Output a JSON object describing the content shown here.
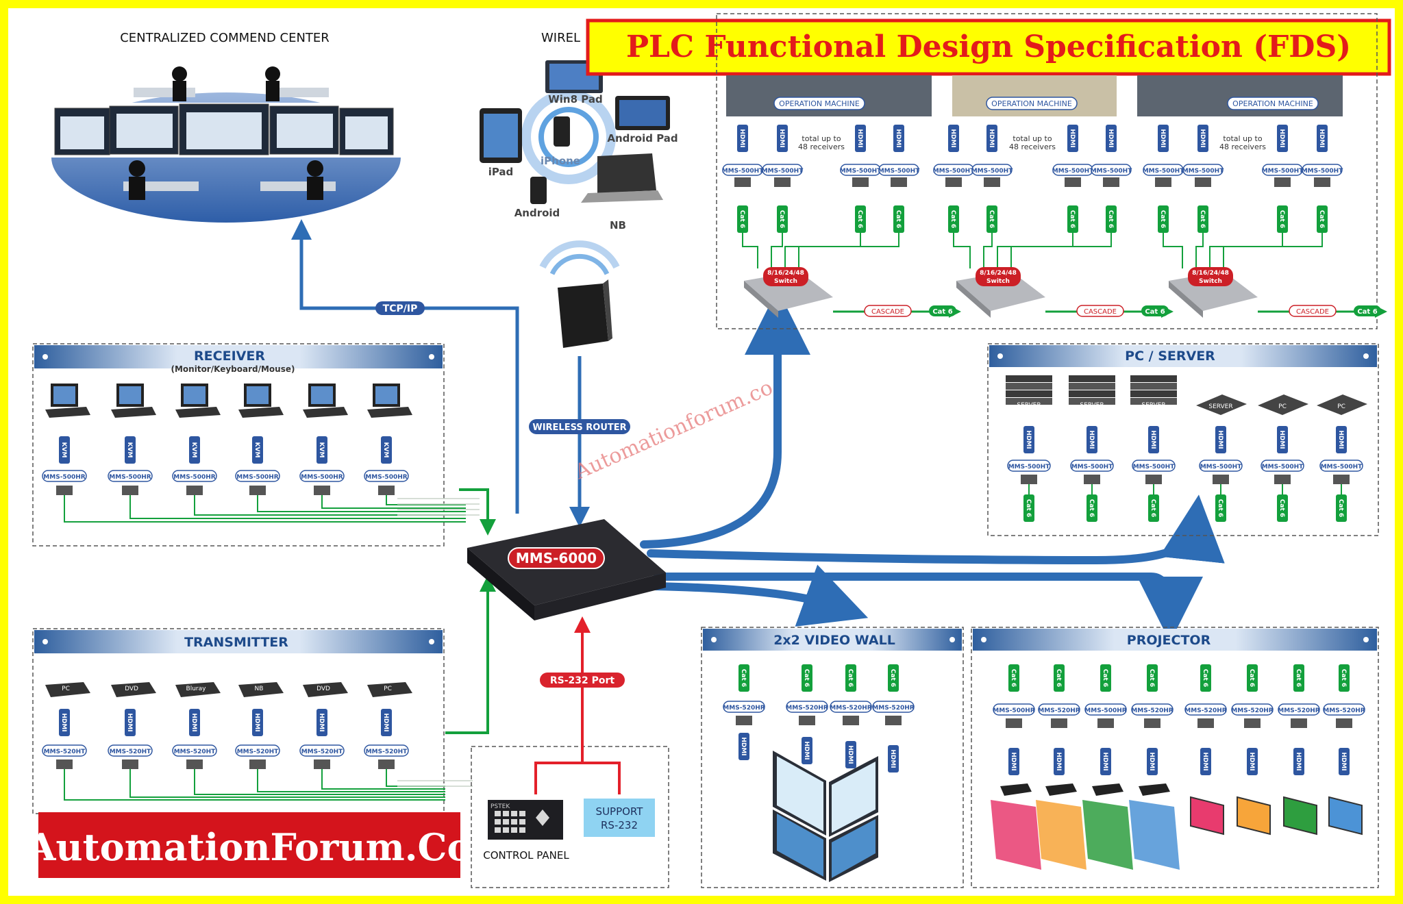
{
  "title": "PLC Functional Design Specification (FDS)",
  "brand": "AutomationForum.Co",
  "watermark": "Automationforum.co",
  "command_center": {
    "label": "CENTRALIZED COMMEND CENTER"
  },
  "wireless": {
    "label": "WIREL",
    "devices": [
      "Win8 Pad",
      "Android Pad",
      "iPad",
      "iPhone",
      "Android",
      "NB"
    ],
    "router_label": "WIRELESS ROUTER"
  },
  "links": {
    "tcpip": "TCP/IP",
    "rs232": "RS-232 Port"
  },
  "switch_main": "MMS-6000",
  "machines": {
    "label": "OPERATION MACHINE",
    "note_line1": "total up to",
    "note_line2": "48 receivers",
    "module": "MMS-500HT",
    "hdmi": "HDMI",
    "cat": "Cat 6",
    "switch_line1": "8/16/24/48",
    "switch_line2": "Switch",
    "cascade": "CASCADE"
  },
  "receiver": {
    "title": "RECEIVER",
    "subtitle": "(Monitor/Keyboard/Mouse)",
    "cable": "KVM",
    "module": "MMS-500HR"
  },
  "transmitter": {
    "title": "TRANSMITTER",
    "devices": [
      "PC",
      "DVD",
      "Bluray",
      "NB",
      "DVD",
      "PC"
    ],
    "cable": "HDMI",
    "module": "MMS-520HT"
  },
  "pc_server": {
    "title": "PC / SERVER",
    "devices": [
      "SERVER",
      "SERVER",
      "SERVER",
      "SERVER",
      "PC",
      "PC"
    ],
    "cable": "HDMI",
    "module": "MMS-500HT",
    "cat": "Cat 6"
  },
  "video_wall": {
    "title": "2x2 VIDEO WALL",
    "cat": "Cat 6",
    "module": "MMS-520HR",
    "hdmi": "HDMI"
  },
  "projector": {
    "title": "PROJECTOR",
    "cat": "Cat 6",
    "modules": [
      "MMS-500HR",
      "MMS-520HR",
      "MMS-500HR",
      "MMS-520HR",
      "MMS-520HR",
      "MMS-520HR",
      "MMS-520HR",
      "MMS-520HR"
    ],
    "hdmi": "HDMI"
  },
  "control": {
    "panel_label": "CONTROL PANEL",
    "panel_brand": "PSTEK",
    "support_line1": "SUPPORT",
    "support_line2": "RS-232"
  },
  "colors": {
    "frame": "#ffff00",
    "blue_arrow": "#2e6db5",
    "green_line": "#13a03c",
    "red_line": "#e3202a",
    "title_red": "#e31b1b",
    "panel_header": "#2f5f9e"
  }
}
